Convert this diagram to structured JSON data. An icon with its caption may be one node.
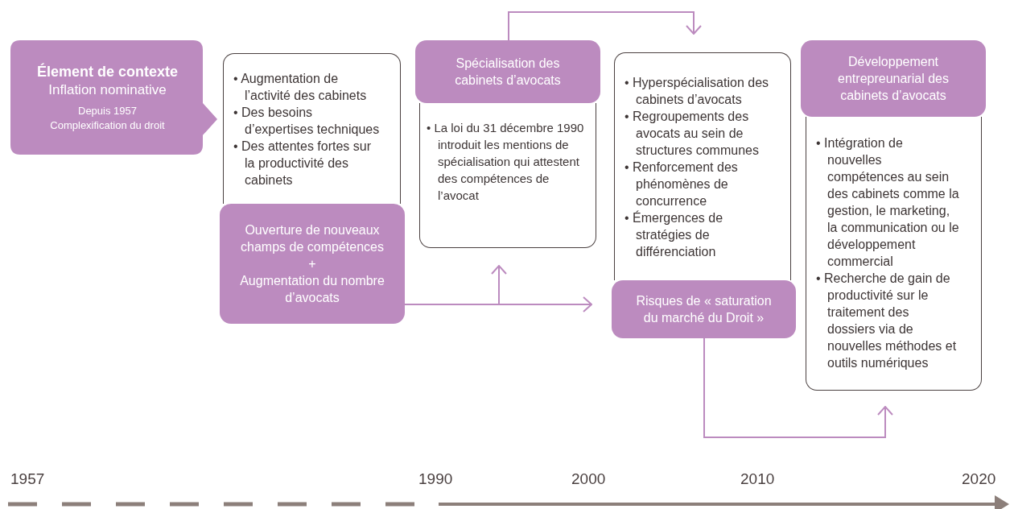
{
  "diagram": {
    "nodes": [
      {
        "text": [
          "Élement de contexte",
          "Inflation nominative",
          "Depuis 1957",
          "Complexification du droit"
        ]
      },
      {
        "text": [
          "• Augmentation de l’activité des cabinets",
          "• Des besoins d’expertises techniques",
          "• Des attentes fortes sur la productivité des cabinets"
        ]
      },
      {
        "text": [
          "Ouverture de nouveaux champs de compétences",
          "+",
          "Augmentation du nombre d’avocats"
        ]
      },
      {
        "text": [
          "Spécialisation des cabinets d’avocats"
        ]
      },
      {
        "text": [
          "• La loi du 31 décembre 1990 introduit les mentions de spécialisation qui attestent des compétences de l’avocat"
        ]
      },
      {
        "text": [
          "• Hyperspécialisation des cabinets d’avocats",
          "• Regroupements des avocats au sein de structures communes",
          "• Renforcement des phénomènes de concurrence",
          "• Émergences de stratégies de différenciation"
        ]
      },
      {
        "text": [
          "Risques de « saturation du marché du Droit »"
        ]
      },
      {
        "text": [
          "Développement entrepreunarial des cabinets d’avocats"
        ]
      },
      {
        "text": [
          "• Intégration de nouvelles compétences au sein des cabinets comme la gestion, le marketing, la communication ou le développement commercial",
          "• Recherche de gain de productivité sur le traitement des dossiers via de nouvelles méthodes et outils numériques"
        ]
      }
    ],
    "edges": [
      {
        "from": 2,
        "to": 6,
        "arrow": "to"
      },
      {
        "from": 2,
        "to": 4,
        "arrow": "to"
      },
      {
        "from": 3,
        "to": 5,
        "arrow": "to"
      },
      {
        "from": 6,
        "to": 8,
        "arrow": "to"
      }
    ],
    "labels": [
      "1957",
      "1990",
      "2000",
      "2010",
      "2020"
    ]
  }
}
